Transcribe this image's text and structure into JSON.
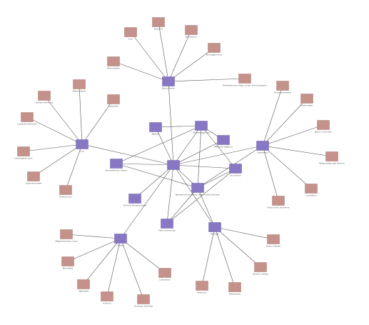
{
  "colors": {
    "hub": "#8878c3",
    "leaf": "#c4928b",
    "edge": "#555555",
    "hub_stroke": "#6f61a8",
    "leaf_stroke": "#a87a73"
  },
  "nodes": [
    {
      "id": "center",
      "kind": "hub",
      "label": ""
    },
    {
      "id": "h_top",
      "kind": "hub",
      "label": "Birds Hacer"
    },
    {
      "id": "h_left",
      "kind": "hub",
      "label": "Loo"
    },
    {
      "id": "h_right",
      "kind": "hub",
      "label": "Hubsetian"
    },
    {
      "id": "h_bl",
      "kind": "hub",
      "label": "Dooes"
    },
    {
      "id": "h_br",
      "kind": "hub",
      "label": "Nondge"
    },
    {
      "id": "h_mid",
      "kind": "hub",
      "label": "Nacrwiroes hreviecs rakes niolid lbercteic"
    },
    {
      "id": "h_a",
      "kind": "hub",
      "label": "Mobsepngphem"
    },
    {
      "id": "h_b",
      "kind": "hub",
      "label": "Ntjotsy"
    },
    {
      "id": "h_c",
      "kind": "hub",
      "label": "Mioavrre aelihiiur"
    },
    {
      "id": "h_d",
      "kind": "hub",
      "label": "Sncncioon"
    },
    {
      "id": "h_e",
      "kind": "hub",
      "label": "Nurnfakinsen Anpnn"
    },
    {
      "id": "h_f",
      "kind": "hub",
      "label": "Dovicm Ranwhodhiee"
    },
    {
      "id": "h_g",
      "kind": "hub",
      "label": "Hencolnmiauee"
    },
    {
      "id": "t1",
      "kind": "leaf",
      "label": "Loci"
    },
    {
      "id": "t2",
      "kind": "leaf",
      "label": "Eumaidr"
    },
    {
      "id": "t3",
      "kind": "leaf",
      "label": "Niomoncnr"
    },
    {
      "id": "t4",
      "kind": "leaf",
      "label": "Onenglarnrnoe"
    },
    {
      "id": "t5",
      "kind": "leaf",
      "label": "Nrocvrhean"
    },
    {
      "id": "t6",
      "kind": "leaf",
      "label": "Rhatradiocsin hiogi annier nnnnntcrppnn"
    },
    {
      "id": "l1",
      "kind": "leaf",
      "label": "Rlesis Haclic"
    },
    {
      "id": "l2",
      "kind": "leaf",
      "label": "Aohemintnnonis"
    },
    {
      "id": "l3",
      "kind": "leaf",
      "label": "Saneaiot"
    },
    {
      "id": "l4",
      "kind": "leaf",
      "label": "Lianevrmoahniure"
    },
    {
      "id": "l5",
      "kind": "leaf",
      "label": "Lienkcgene ooicr"
    },
    {
      "id": "l6",
      "kind": "leaf",
      "label": "Luaroaonumee"
    },
    {
      "id": "l7",
      "kind": "leaf",
      "label": "Dotnnnnacr"
    },
    {
      "id": "r1",
      "kind": "leaf",
      "label": "Pcoumnaorthea"
    },
    {
      "id": "r2",
      "kind": "leaf",
      "label": "Noerumaer"
    },
    {
      "id": "r3",
      "kind": "leaf",
      "label": "Baurn nurouner"
    },
    {
      "id": "r4",
      "kind": "leaf",
      "label": "Nlogorlaiancate hiinoce"
    },
    {
      "id": "r5",
      "kind": "leaf",
      "label": "Lenrlaiton"
    },
    {
      "id": "r6",
      "kind": "leaf",
      "label": "Roeciorinic hacrerne"
    },
    {
      "id": "b1",
      "kind": "leaf",
      "label": "Nbgoeianoreca icsoe"
    },
    {
      "id": "b2",
      "kind": "leaf",
      "label": "Niornhaid"
    },
    {
      "id": "b3",
      "kind": "leaf",
      "label": "Saeiowee"
    },
    {
      "id": "b4",
      "kind": "leaf",
      "label": "Hrilinvrl"
    },
    {
      "id": "b5",
      "kind": "leaf",
      "label": "Dcanaor Hocenlp"
    },
    {
      "id": "b6",
      "kind": "leaf",
      "label": "Luecernoe"
    },
    {
      "id": "c1",
      "kind": "leaf",
      "label": "Aaenu Iueraer"
    },
    {
      "id": "c2",
      "kind": "leaf",
      "label": "Ouainc Lueaoe"
    },
    {
      "id": "c3",
      "kind": "leaf",
      "label": "Noavrocr"
    },
    {
      "id": "c4",
      "kind": "leaf",
      "label": "Brfeuarsre"
    }
  ],
  "edges": [
    [
      "h_top",
      "t1"
    ],
    [
      "h_top",
      "t2"
    ],
    [
      "h_top",
      "t3"
    ],
    [
      "h_top",
      "t4"
    ],
    [
      "h_top",
      "t5"
    ],
    [
      "h_top",
      "t6"
    ],
    [
      "h_top",
      "center"
    ],
    [
      "h_left",
      "l1"
    ],
    [
      "h_left",
      "l2"
    ],
    [
      "h_left",
      "l3"
    ],
    [
      "h_left",
      "l4"
    ],
    [
      "h_left",
      "l5"
    ],
    [
      "h_left",
      "l6"
    ],
    [
      "h_left",
      "l7"
    ],
    [
      "h_left",
      "center"
    ],
    [
      "h_right",
      "r1"
    ],
    [
      "h_right",
      "r2"
    ],
    [
      "h_right",
      "r3"
    ],
    [
      "h_right",
      "r4"
    ],
    [
      "h_right",
      "r5"
    ],
    [
      "h_right",
      "r6"
    ],
    [
      "h_right",
      "center"
    ],
    [
      "h_bl",
      "b1"
    ],
    [
      "h_bl",
      "b2"
    ],
    [
      "h_bl",
      "b3"
    ],
    [
      "h_bl",
      "b4"
    ],
    [
      "h_bl",
      "b5"
    ],
    [
      "h_bl",
      "b6"
    ],
    [
      "h_bl",
      "center"
    ],
    [
      "h_br",
      "c1"
    ],
    [
      "h_br",
      "c2"
    ],
    [
      "h_br",
      "c3"
    ],
    [
      "h_br",
      "c4"
    ],
    [
      "h_br",
      "center"
    ],
    [
      "h_mid",
      "center"
    ],
    [
      "h_mid",
      "h_a"
    ],
    [
      "h_mid",
      "h_d"
    ],
    [
      "h_mid",
      "h_e"
    ],
    [
      "h_mid",
      "h_g"
    ],
    [
      "h_mid",
      "h_br"
    ],
    [
      "h_mid",
      "h_right"
    ],
    [
      "h_a",
      "center"
    ],
    [
      "h_a",
      "h_d"
    ],
    [
      "h_a",
      "h_c"
    ],
    [
      "h_b",
      "center"
    ],
    [
      "h_c",
      "center"
    ],
    [
      "h_d",
      "center"
    ],
    [
      "h_e",
      "center"
    ],
    [
      "h_f",
      "center"
    ],
    [
      "h_g",
      "center"
    ],
    [
      "h_g",
      "h_d"
    ],
    [
      "h_a",
      "h_e"
    ],
    [
      "h_b",
      "h_a"
    ]
  ]
}
